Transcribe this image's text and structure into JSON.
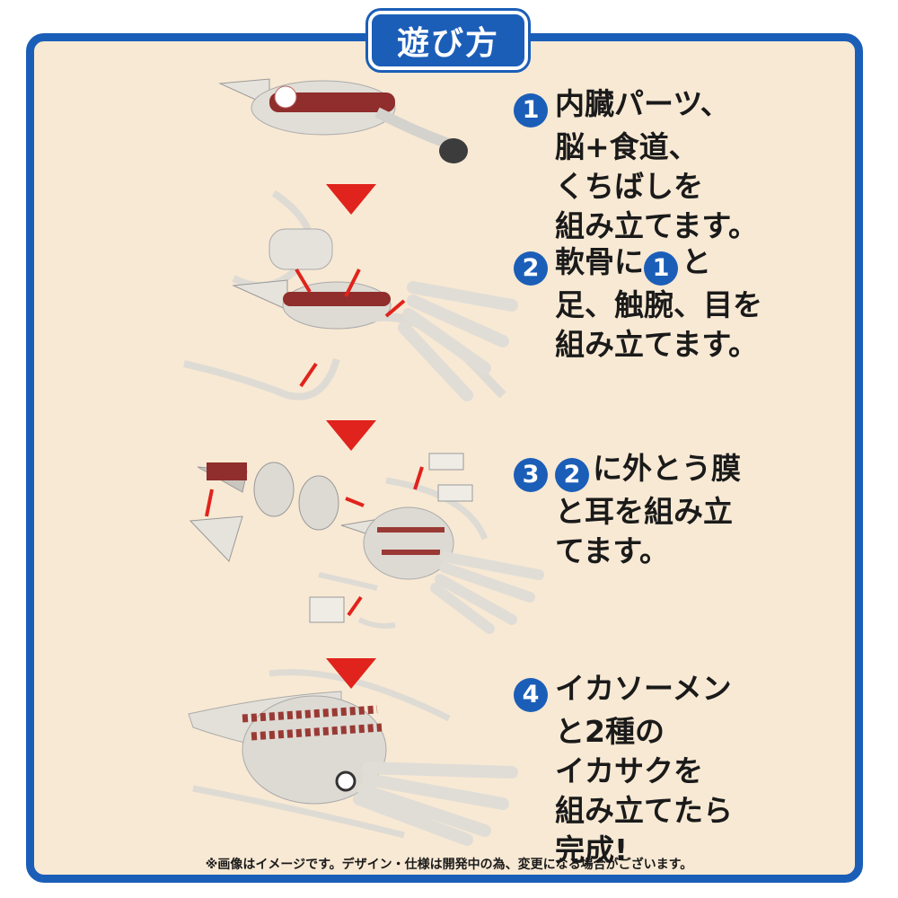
{
  "title": "遊び方",
  "steps": [
    {
      "number": "1",
      "lines": [
        "内臓パーツ、",
        "脳+食道、",
        "くちばしを",
        "組み立てます。"
      ]
    },
    {
      "number": "2",
      "ref": "1",
      "first_line": "軟骨に",
      "first_line_tail": "と",
      "lines": [
        "足、触腕、目を",
        "組み立てます。"
      ]
    },
    {
      "number": "3",
      "ref": "2",
      "first_line": "に外とう膜",
      "lines": [
        "と耳を組み立",
        "てます。"
      ]
    },
    {
      "number": "4",
      "lines": [
        "イカソーメン",
        "と2種の",
        "イカサクを",
        "組み立てたら",
        "完成!"
      ]
    }
  ],
  "disclaimer": "※画像はイメージです。デザイン・仕様は開発中の為、変更になる場合がございます。",
  "colors": {
    "frame": "#1b5eb8",
    "background": "#f8e9d4",
    "arrow": "#e0231c",
    "squid_body": "#dcdcd6",
    "squid_spots": "#9a3a35"
  }
}
